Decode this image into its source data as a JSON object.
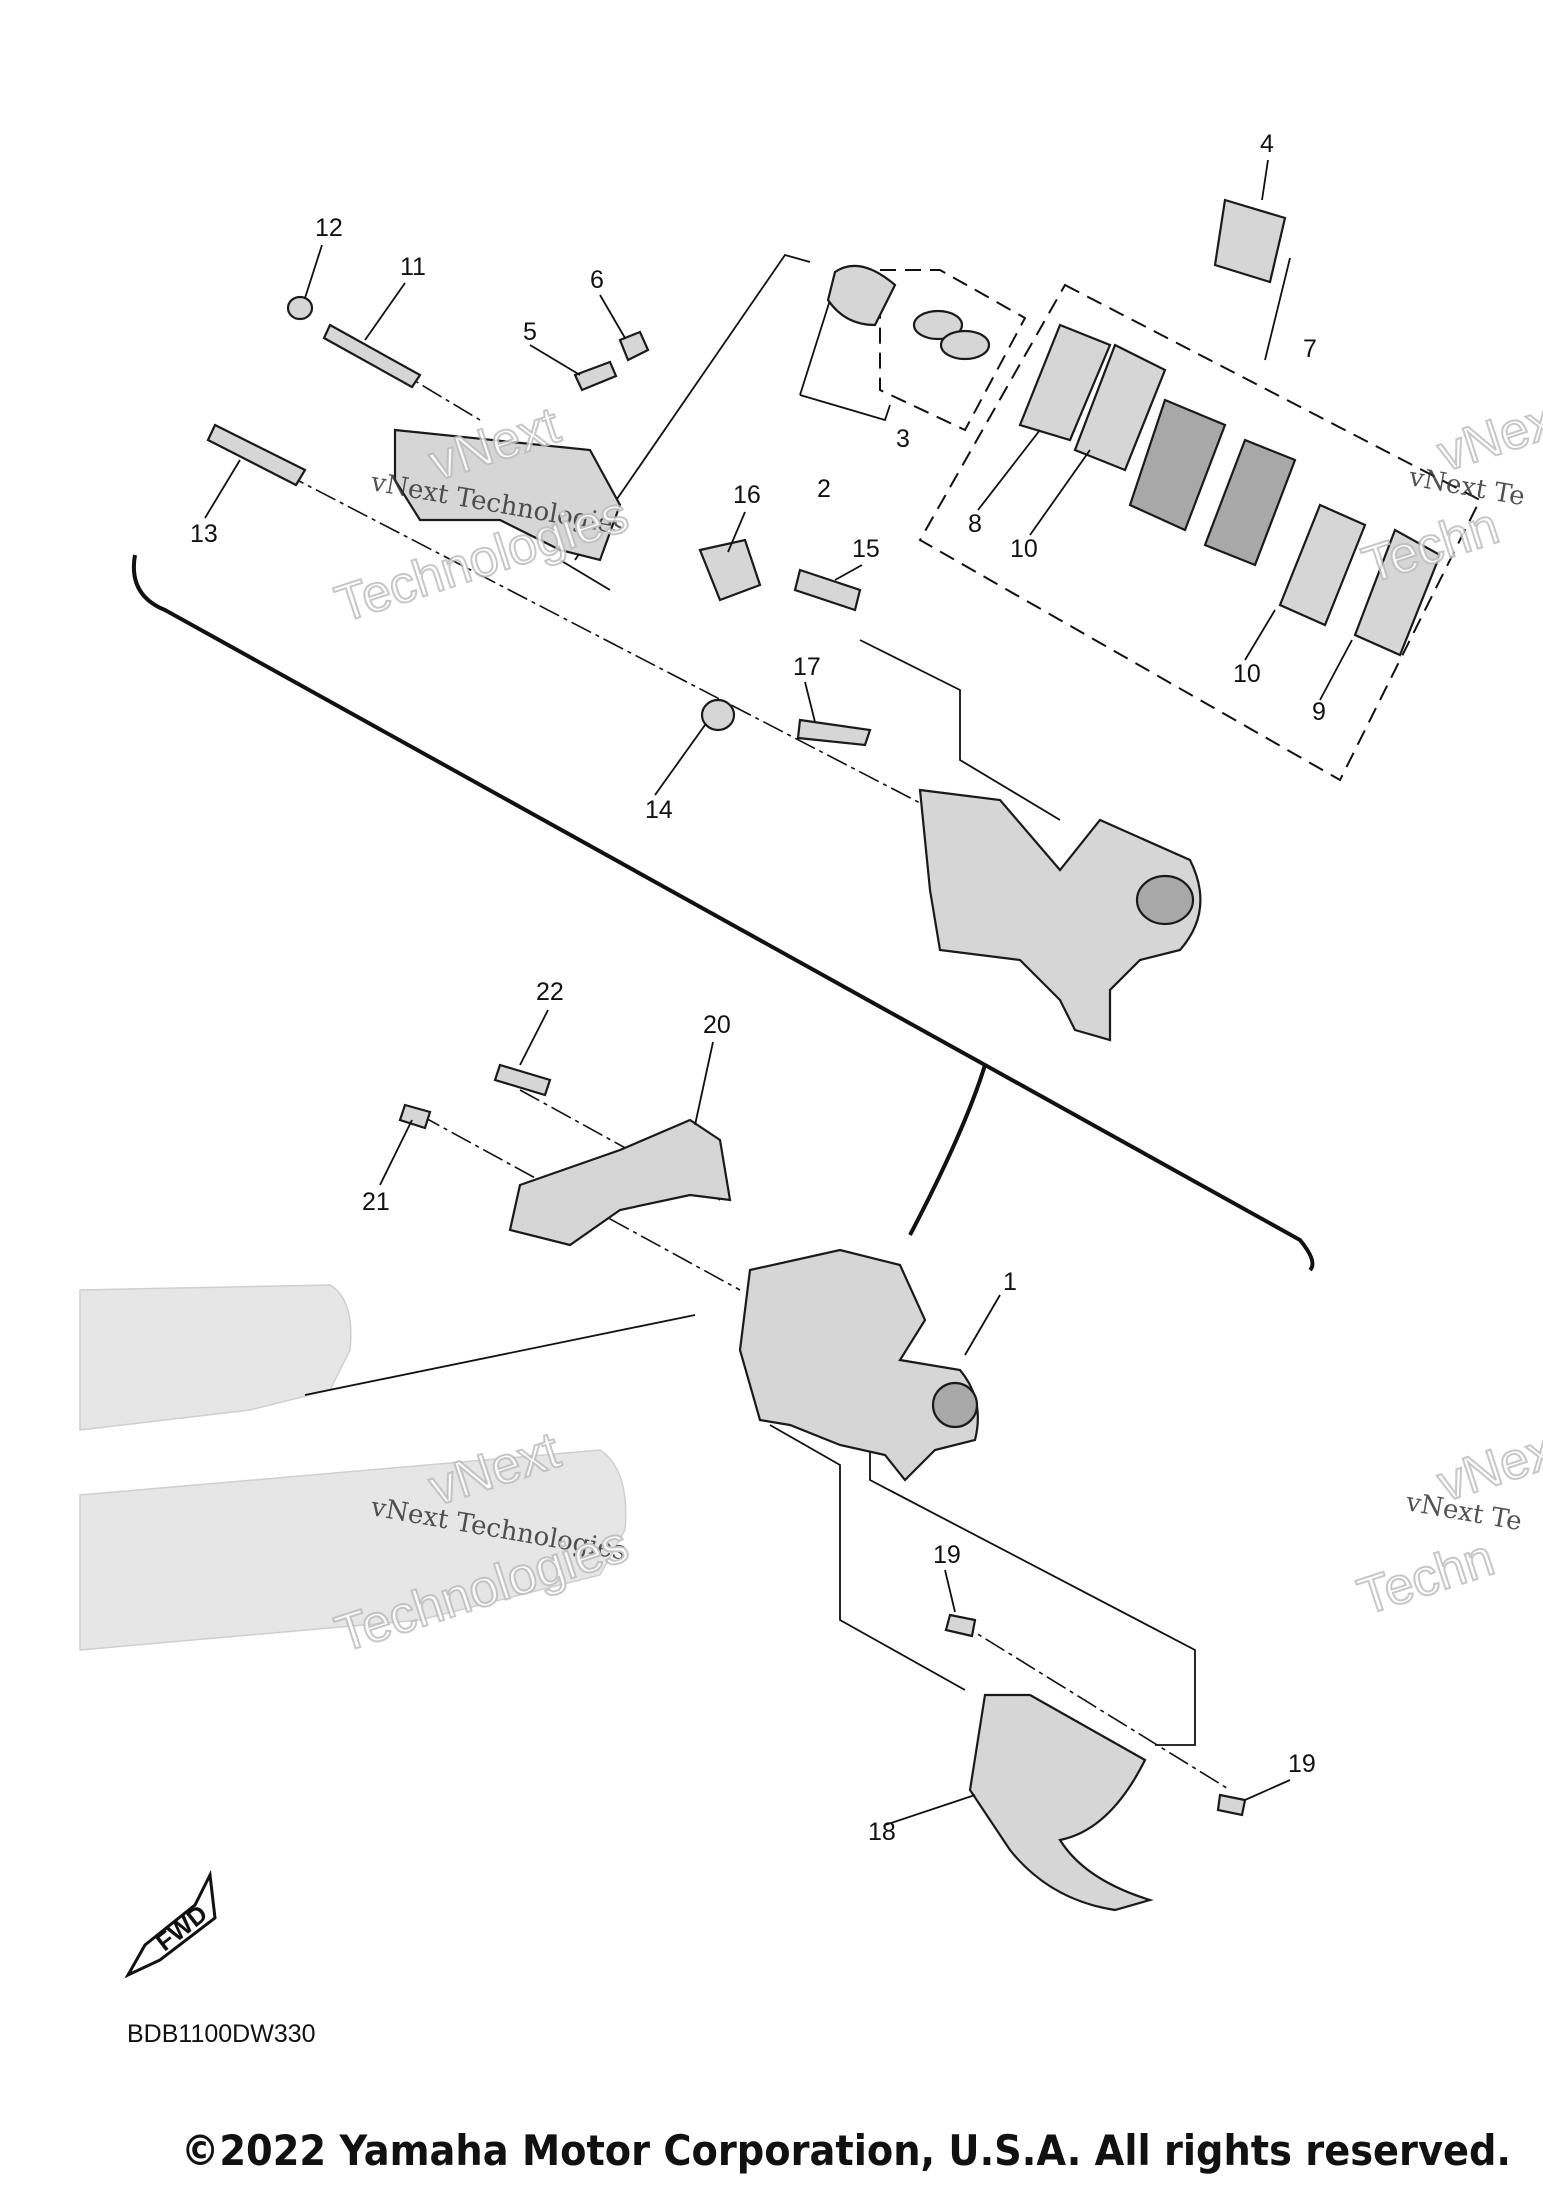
{
  "diagram": {
    "callouts": [
      "1",
      "2",
      "3",
      "4",
      "5",
      "6",
      "7",
      "8",
      "9",
      "10",
      "10",
      "11",
      "12",
      "13",
      "14",
      "15",
      "16",
      "17",
      "18",
      "19",
      "19",
      "20",
      "21",
      "22"
    ],
    "fwd_label": "FWD",
    "drawing_code": "BDB1100DW330",
    "copyright": "©2022 Yamaha Motor Corporation, U.S.A. All rights reserved."
  },
  "watermark": {
    "line1": "vNext Technologies",
    "line2": "vNext",
    "line3": "Technologies",
    "partial1": "vNext Te",
    "partial2": "vNext",
    "partial3": "Techn"
  },
  "colors": {
    "line": "#111111",
    "part_fill": "#d6d6d6",
    "background": "#ffffff"
  }
}
